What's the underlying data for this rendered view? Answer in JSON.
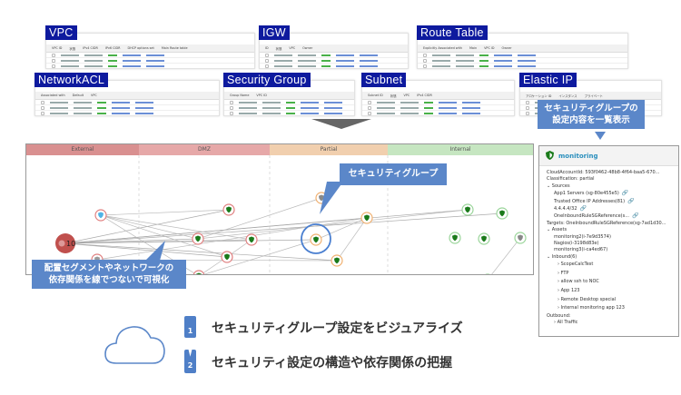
{
  "panels": [
    {
      "label": "VPC",
      "headers": [
        "VPC ID",
        "状態",
        "IPv4 CIDR",
        "IPv6 CIDR",
        "DHCP options set",
        "Main Route table"
      ]
    },
    {
      "label": "IGW",
      "headers": [
        "ID",
        "状態",
        "VPC",
        "Owner"
      ]
    },
    {
      "label": "Route Table",
      "headers": [
        "Explicitly Associated with",
        "Main",
        "VPC ID",
        "Owner"
      ]
    },
    {
      "label": "NetworkACL",
      "headers": [
        "Associated with",
        "Default",
        "VPC"
      ]
    },
    {
      "label": "Security Group",
      "headers": [
        "Group Name",
        "VPC ID"
      ]
    },
    {
      "label": "Subnet",
      "headers": [
        "Subnet ID",
        "状態",
        "VPC",
        "IPv4 CIDR"
      ]
    },
    {
      "label": "Elastic IP",
      "headers": [
        "アロケーション ID",
        "インスタンス",
        "プライベート"
      ]
    }
  ],
  "callouts": {
    "detail": "セキュリティグループの\n設定内容を一覧表示",
    "sg": "セキュリティグループ",
    "lines": "配置セグメントやネットワークの\n依存関係を線でつないで可視化"
  },
  "graph": {
    "zones": [
      "External",
      "DMZ",
      "Partial",
      "Internal"
    ],
    "external_count": "10"
  },
  "detail": {
    "title": "monitoring",
    "lines": [
      {
        "t": "CloudAccountId: 593f0462-48b8-4f64-baa5-670...",
        "lv": 0
      },
      {
        "t": "Classification: partial",
        "lv": 0
      },
      {
        "t": "⌄ Sources",
        "lv": 0
      },
      {
        "t": "App1 Servers (sg-80e455e5)",
        "lv": 1,
        "link": true
      },
      {
        "t": "Trusted Office IP Addresses(81)",
        "lv": 1,
        "link": true
      },
      {
        "t": "4.4.4.4/32",
        "lv": 1,
        "link": true
      },
      {
        "t": "OneInboundRuleSGReference(s...",
        "lv": 1,
        "link": true
      },
      {
        "t": "Targets:  OneInboundRuleSGReference(sg-7ad1d30...",
        "lv": 0
      },
      {
        "t": "⌄ Assets",
        "lv": 0
      },
      {
        "t": "monitoring2(i-7e9d3574)",
        "lv": 1
      },
      {
        "t": "Nagios(i-3198d83e)",
        "lv": 1
      },
      {
        "t": "monitoring3(i-ca4ed67)",
        "lv": 1
      },
      {
        "t": "⌄ Inbound(6)",
        "lv": 0
      },
      {
        "t": "› ScopeCalcTest",
        "lv": 2
      },
      {
        "t": "› FTP",
        "lv": 2
      },
      {
        "t": "› allow ssh to NOC",
        "lv": 2
      },
      {
        "t": "› App 123",
        "lv": 2
      },
      {
        "t": "› Remote Desktop special",
        "lv": 2
      },
      {
        "t": "› Internal monitoring app 123",
        "lv": 2
      },
      {
        "t": "Outbound:",
        "lv": 0
      },
      {
        "t": "› All Traffic",
        "lv": 1
      }
    ]
  },
  "features": [
    {
      "num": "1",
      "text": "セキュリティグループ設定をビジュアライズ"
    },
    {
      "num": "2",
      "text": "セキュリティ設定の構造や依存関係の把握"
    }
  ],
  "colors": {
    "accent": "#5b87c9",
    "label_bg": "#0e1a9e",
    "external": "#d99090",
    "dmz": "#e6a8a8",
    "partial": "#f1cfae",
    "internal": "#c6e6c1"
  }
}
